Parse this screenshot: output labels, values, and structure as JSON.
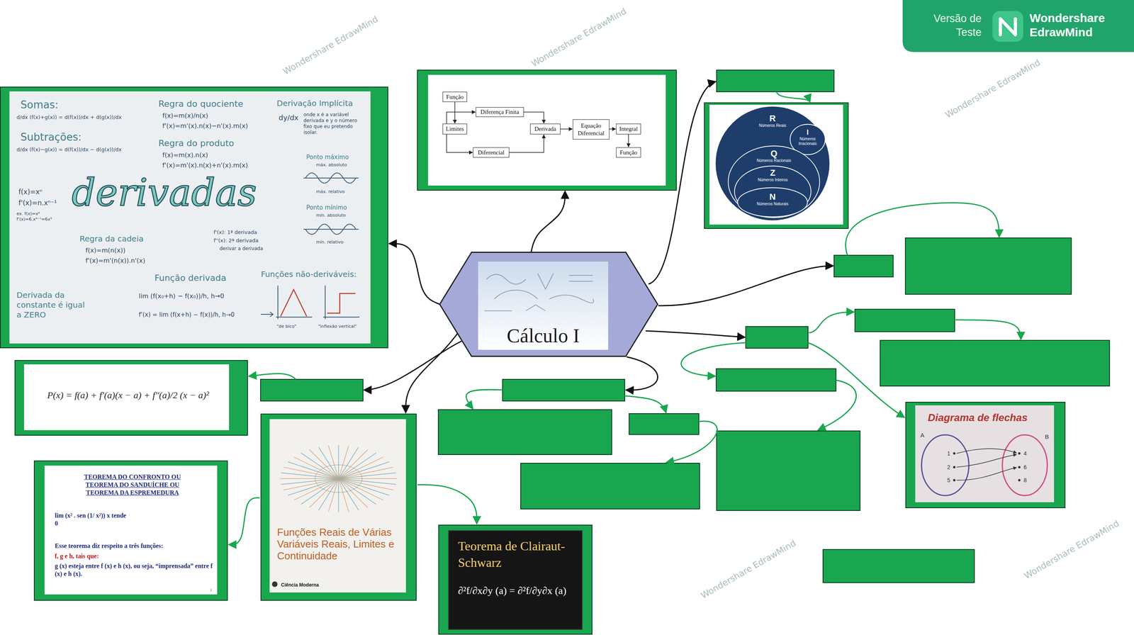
{
  "diagram": {
    "nodes": [
      {
        "text": [
          "derivadas",
          "Somas:",
          "d/dx (f(x)+g(x)) = d(f(x))/dx + d(g(x))/dx",
          "Subtrações:",
          "d/dx (f(x)−g(x)) = d(f(x))/dx − d(g(x))/dx",
          "Regra do quociente",
          "f(x)=m(x)/n(x)",
          "f'(x)=m'(x).n(x)−n'(x).m(x)",
          "Regra do produto",
          "f(x)=m(x).n(x)",
          "f'(x)=m'(x).n(x)+n'(x).m(x)",
          "Derivação Implícita",
          "dy/dx",
          "onde x é a variável derivada e y o número fixo que eu pretendo isolar.",
          "Ponto máximo",
          "máx. absoluto",
          "máx. relativo",
          "Ponto mínimo",
          "mín. absoluto",
          "mín. relativo",
          "f(x)=xⁿ",
          "f'(x)=n.xⁿ⁻¹",
          "ex. f(x)=x⁶ f'(x)=6.x⁶⁻¹=6x⁵",
          "Regra da cadeia",
          "f(x)=m(n(x))",
          "f'(x)=m'(n(x)).n'(x)",
          "f'(x): 1ª derivada",
          "f''(x): 2ª derivada",
          "derivar a derivada",
          "Função derivada",
          "lim (f(x₀+h) − f(x₀))/h, h→0",
          "f'(x) = lim (f(x+h) − f(x))/h, h→0",
          "Funções não-deriváveis:",
          "\"de bico\"",
          "\"inflexão vertical\"",
          "Derivada da constante é igual a ZERO"
        ]
      },
      {
        "text": []
      },
      {
        "text": [
          "Função"
        ],
        "in": 1
      },
      {
        "text": [
          "Limites"
        ],
        "in": 1
      },
      {
        "text": [
          "Diferença Finita"
        ],
        "in": 1
      },
      {
        "text": [
          "Diferencial"
        ],
        "in": 1
      },
      {
        "text": [
          "Derivada"
        ],
        "in": 1
      },
      {
        "text": [
          "Equação Diferencial"
        ],
        "in": 1
      },
      {
        "text": [
          "Integral"
        ],
        "in": 1
      },
      {
        "text": [
          "Função"
        ],
        "in": 1
      },
      {
        "text": [
          "R",
          "Números Reais"
        ]
      },
      {
        "text": [
          "I",
          "Números Irracionais"
        ],
        "in": 10
      },
      {
        "text": [
          "Q",
          "Números Racionais"
        ],
        "in": 10
      },
      {
        "text": [
          "Z",
          "Números Inteiros"
        ],
        "in": 12
      },
      {
        "text": [
          "N",
          "Números Naturais"
        ],
        "in": 13
      },
      {
        "text": [
          "Cálculo I"
        ]
      },
      {
        "text": [
          "P(x) = f(a) + f′(a)(x − a) + f″(a)/2 (x − a)²"
        ]
      },
      {
        "text": [
          "Funções Reais de Várias Variáveis Reais, Limites e Continuidade",
          "Ciência Moderna"
        ]
      },
      {
        "text": [
          "Diagrama de flechas",
          "A",
          "B",
          "1",
          "2",
          "5",
          "4",
          "6",
          "8"
        ]
      },
      {
        "text": [
          "TEOREMA DO CONFRONTO OU TEOREMA DO SANDUÍCHE OU TEOREMA DA ESPREMEDURA",
          "lim (x² . sen (1/ x²)) x tende 0",
          "Esse teorema diz respeito a três funções:",
          "f, g e h, tais que:",
          "g (x) esteja entre f (x) e h (x), ou seja, “imprensada” entre f (x) e h (x).",
          "1"
        ]
      },
      {
        "text": [
          "Teorema de Clairaut-Schwarz",
          "∂²f/∂x∂y (a) = ∂²f/∂y∂x (a)"
        ]
      }
    ],
    "edges": [
      {
        "from": 15,
        "to": 0,
        "arrow": "to"
      },
      {
        "from": 15,
        "to": 1,
        "arrow": "to"
      },
      {
        "from": 2,
        "to": 3,
        "arrow": "to"
      },
      {
        "from": 3,
        "to": 4,
        "arrow": "to"
      },
      {
        "from": 3,
        "to": 5,
        "arrow": "to"
      },
      {
        "from": 4,
        "to": 6,
        "arrow": "to"
      },
      {
        "from": 5,
        "to": 6,
        "arrow": "to"
      },
      {
        "from": 6,
        "to": 7,
        "arrow": "to"
      },
      {
        "from": 7,
        "to": 8,
        "arrow": "to"
      },
      {
        "from": 8,
        "to": 9,
        "arrow": "to"
      },
      {
        "from": 15,
        "to": 17,
        "arrow": "to"
      },
      {
        "from": 17,
        "to": 19,
        "arrow": "to"
      },
      {
        "from": 17,
        "to": 20,
        "arrow": "to"
      }
    ],
    "labels": [
      "Versão de Teste",
      "Wondershare EdrawMind",
      "Wondershare EdrawMind",
      "Wondershare EdrawMind",
      "Wondershare EdrawMind",
      "Wondershare EdrawMind",
      "Wondershare EdrawMind"
    ]
  }
}
